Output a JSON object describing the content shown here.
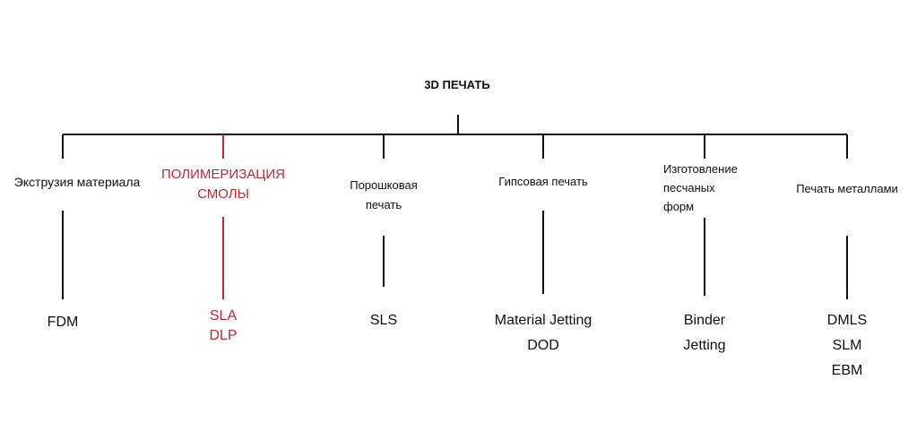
{
  "title": "3D ПЕЧАТЬ",
  "colors": {
    "line": "#111111",
    "highlight": "#c8262c",
    "background": "#ffffff"
  },
  "branches": [
    {
      "label_lines": [
        "Экструзия материала"
      ],
      "leaves": [
        "FDM"
      ],
      "highlight": false
    },
    {
      "label_lines": [
        "ПОЛИМЕРИЗАЦИЯ",
        "СМОЛЫ"
      ],
      "leaves": [
        "SLA",
        "DLP"
      ],
      "highlight": true
    },
    {
      "label_lines": [
        "Порошковая",
        "печать"
      ],
      "leaves": [
        "SLS"
      ],
      "highlight": false
    },
    {
      "label_lines": [
        "Гипсовая печать"
      ],
      "leaves": [
        "Material Jetting",
        "DOD"
      ],
      "highlight": false
    },
    {
      "label_lines": [
        "Изготовление",
        "песчаных",
        "форм"
      ],
      "leaves": [
        "Binder",
        "Jetting"
      ],
      "highlight": false
    },
    {
      "label_lines": [
        "Печать металлами"
      ],
      "leaves": [
        "DMLS",
        "SLM",
        "EBM"
      ],
      "highlight": false
    }
  ]
}
